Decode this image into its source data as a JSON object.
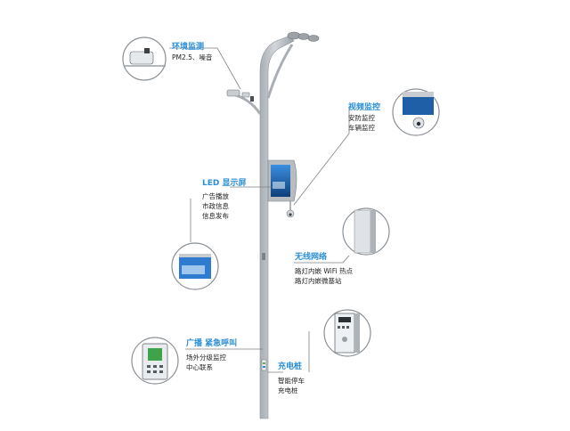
{
  "features": [
    {
      "id": "env",
      "title": "环境监测",
      "lines": [
        "PM2.5、噪音"
      ]
    },
    {
      "id": "video",
      "title": "视频监控",
      "lines": [
        "安防监控",
        "车辆监控"
      ]
    },
    {
      "id": "led",
      "title": "LED 显示屏",
      "lines": [
        "广告播放",
        "市政信息",
        "信息发布"
      ]
    },
    {
      "id": "wifi",
      "title": "无线网络",
      "lines": [
        "路灯内嵌 WiFi 热点",
        "路灯内嵌微基站"
      ]
    },
    {
      "id": "broadcast",
      "title": "广播  紧急呼叫",
      "lines": [
        "场外分级监控",
        "中心联系"
      ]
    },
    {
      "id": "charge",
      "title": "充电桩",
      "lines": [
        "智能停车",
        "充电桩"
      ]
    }
  ],
  "colors": {
    "accent": "#2a8fd6",
    "pole": "#b9bec4",
    "pole_dark": "#8e949a",
    "screen": "#1f5fa8",
    "callout_ring": "#7c8288"
  }
}
